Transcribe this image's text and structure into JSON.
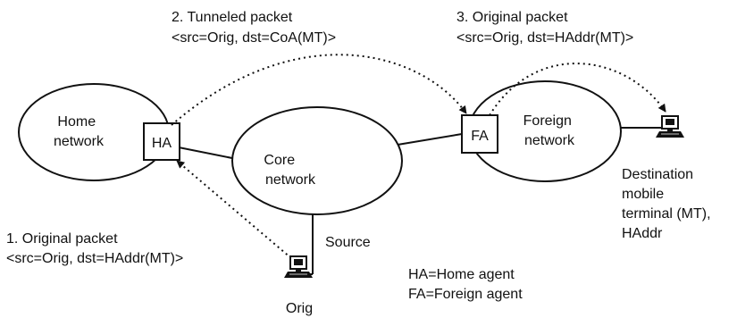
{
  "nodes": {
    "home_network": [
      "Home",
      "network"
    ],
    "ha": "HA",
    "core_network": [
      "Core",
      "network"
    ],
    "fa": "FA",
    "foreign_network": [
      "Foreign",
      "network"
    ],
    "source_label": "Source",
    "orig_label": "Orig",
    "destination_label": [
      "Destination",
      "mobile",
      "terminal (MT),",
      "HAddr"
    ]
  },
  "steps": {
    "step1": [
      "1. Original packet",
      "<src=Orig, dst=HAddr(MT)>"
    ],
    "step2": [
      "2. Tunneled packet",
      "<src=Orig, dst=CoA(MT)>"
    ],
    "step3": [
      "3. Original packet",
      "<src=Orig, dst=HAddr(MT)>"
    ]
  },
  "legend": [
    "HA=Home agent",
    "FA=Foreign agent"
  ],
  "colors": {
    "stroke": "#111111",
    "screen": "#ffffff"
  },
  "icons": {
    "computer": "computer-icon"
  }
}
